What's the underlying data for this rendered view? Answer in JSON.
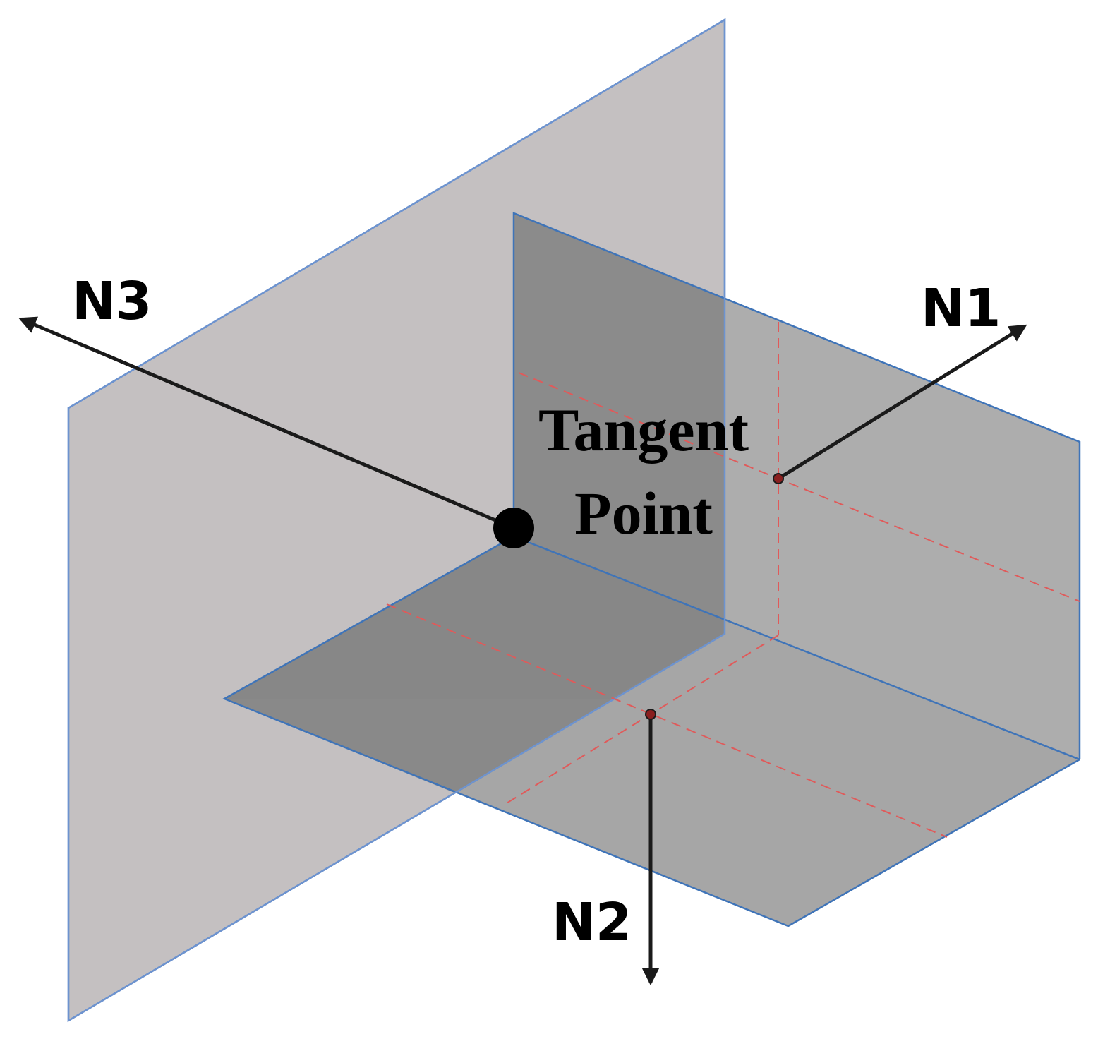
{
  "diagram": {
    "labels": {
      "n1": "N1",
      "n2": "N2",
      "n3": "N3",
      "tangent_line1": "Tangent",
      "tangent_line2": "Point"
    },
    "colors": {
      "vertical_plane_large": "#c4c0c1",
      "vertical_plane_back": "#a9a9a9",
      "horizontal_plane": "#a3a3a3",
      "overlap_dark": "#878787",
      "plane_edge": "#3f74b8",
      "dashed_line": "#e05a5a",
      "arrow": "#1a1a1a",
      "point": "#000000"
    }
  }
}
